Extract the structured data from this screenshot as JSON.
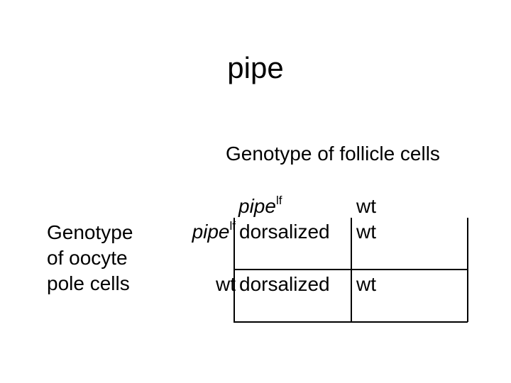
{
  "title": "pipe",
  "column_heading": "Genotype of follicle cells",
  "row_heading": [
    "Genotype",
    "of oocyte",
    "pole cells"
  ],
  "columns": [
    {
      "base": "pipe",
      "superscript": "lf"
    },
    {
      "base": "wt",
      "superscript": ""
    }
  ],
  "rows": [
    {
      "label": {
        "base": "pipe",
        "superscript": "lf"
      },
      "cells": [
        "dorsalized",
        "wt"
      ]
    },
    {
      "label": {
        "base": "wt",
        "superscript": ""
      },
      "cells": [
        "dorsalized",
        "wt"
      ]
    }
  ]
}
